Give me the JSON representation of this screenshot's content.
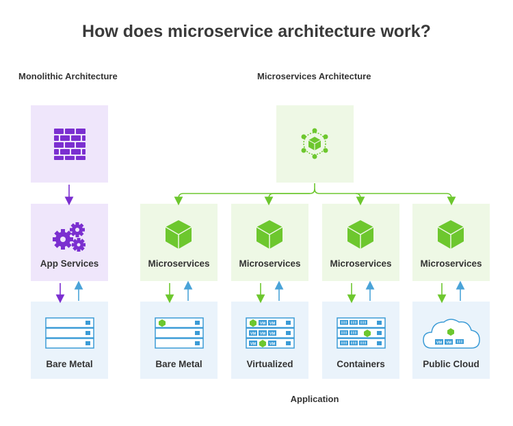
{
  "title": "How does microservice architecture work?",
  "left_section": {
    "label": "Monolithic Architecture"
  },
  "right_section": {
    "label": "Microservices Architecture"
  },
  "monolith": {
    "app_label": "App Services",
    "infra_label": "Bare Metal"
  },
  "columns": [
    {
      "service_label": "Microservices",
      "infra_label": "Bare Metal",
      "infra_type": "server"
    },
    {
      "service_label": "Microservices",
      "infra_label": "Virtualized",
      "infra_type": "vm"
    },
    {
      "service_label": "Microservices",
      "infra_label": "Containers",
      "infra_type": "containers"
    },
    {
      "service_label": "Microservices",
      "infra_label": "Public Cloud",
      "infra_type": "cloud"
    }
  ],
  "vm_badge": "VM",
  "footer": "Application",
  "colors": {
    "purple": "#7b2fd0",
    "green": "#6dc72e",
    "blue": "#4aa3d8",
    "server_blue": "#3b9bd6"
  }
}
